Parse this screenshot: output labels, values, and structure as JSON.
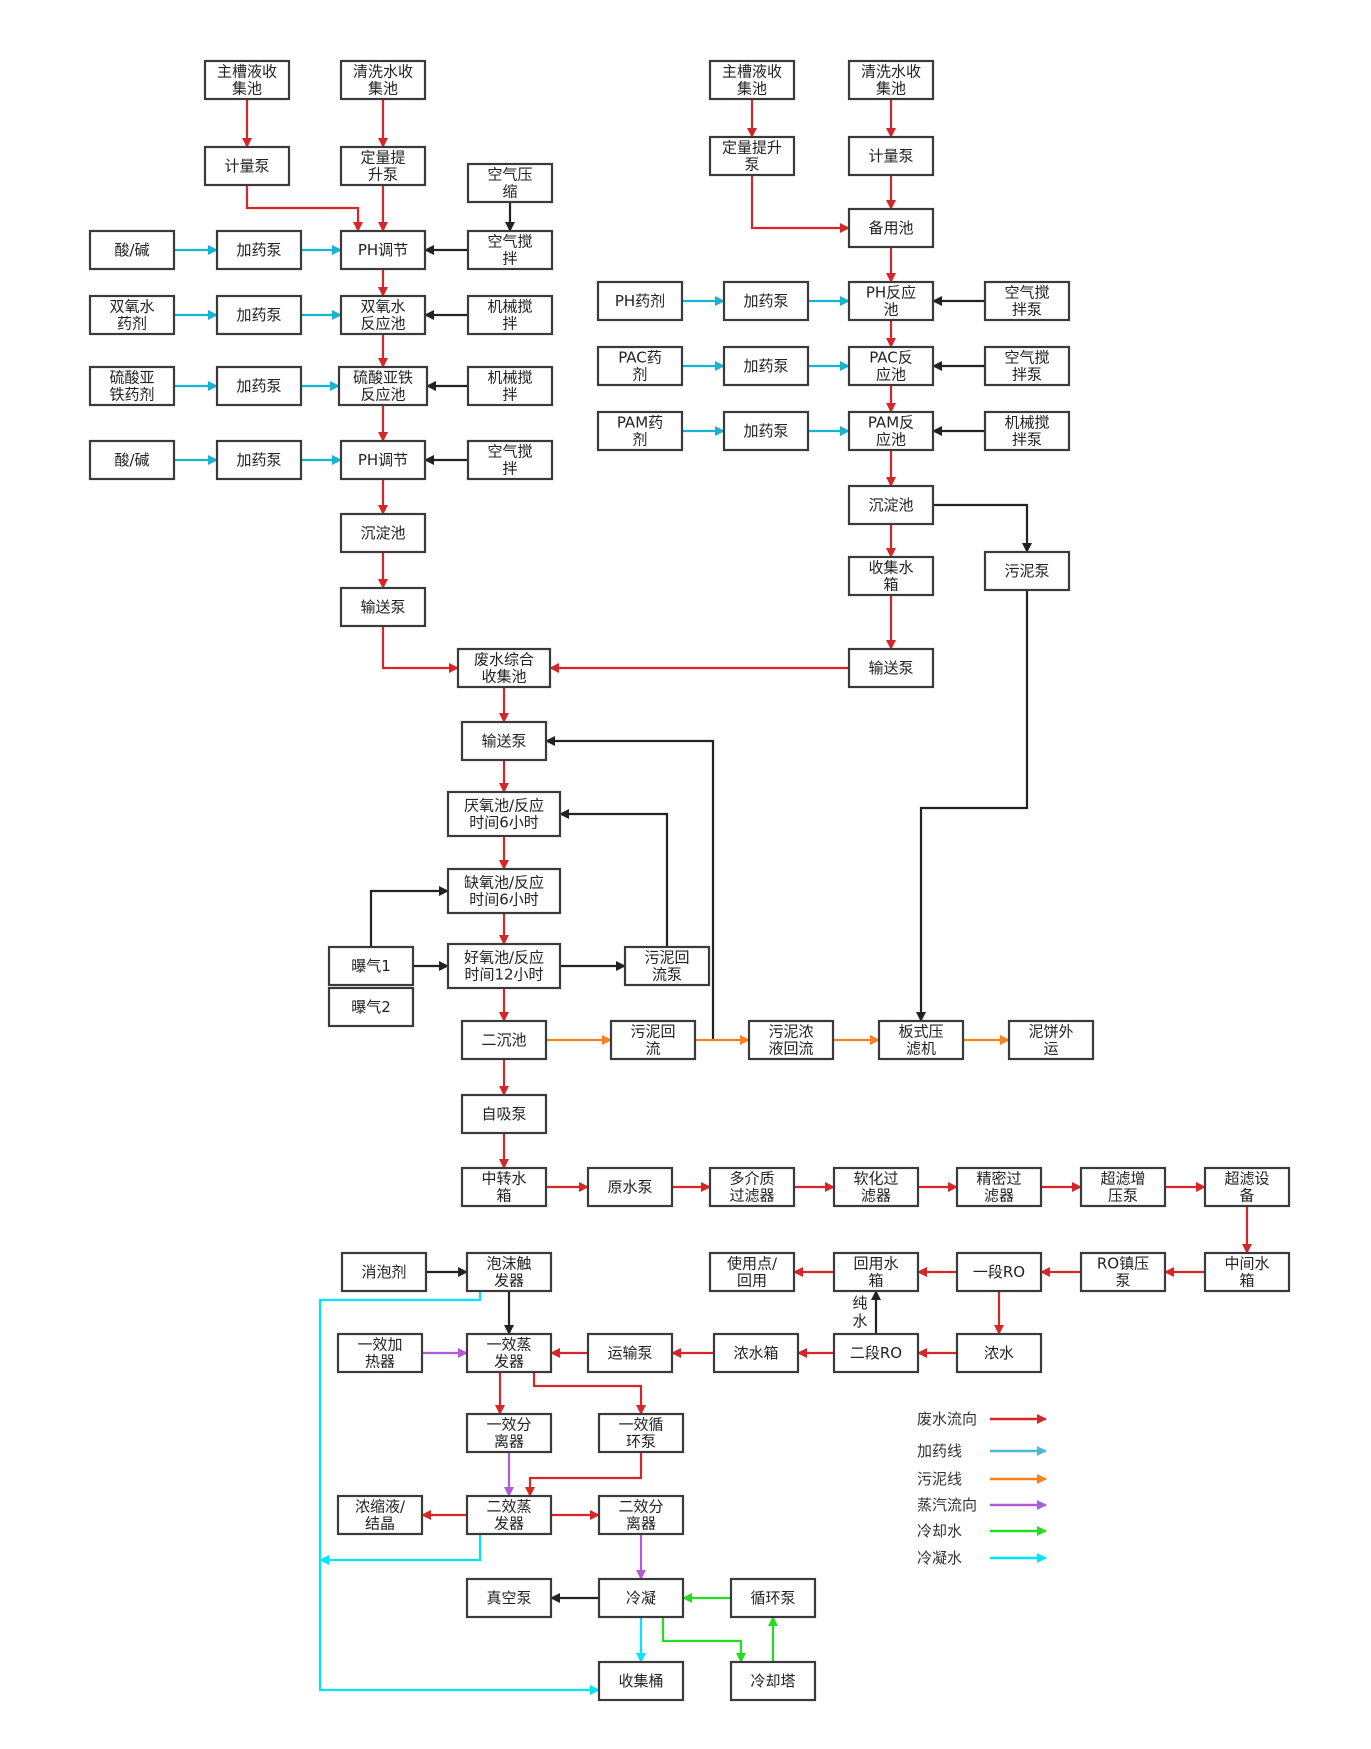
{
  "colors": {
    "wastewater": "#d62728",
    "dosing": "#17b3d0",
    "sludge": "#f5821f",
    "steam": "#b05bd9",
    "cooling": "#22dd22",
    "condensate": "#00e5ff",
    "black": "#222222"
  },
  "nodes": {
    "L_main": {
      "text": "主槽液收\n集池"
    },
    "L_clean": {
      "text": "清洗水收\n集池"
    },
    "L_meter": {
      "text": "计量泵"
    },
    "L_lift": {
      "text": "定量提\n升泵"
    },
    "L_aircomp": {
      "text": "空气压\n缩"
    },
    "L_acid1": {
      "text": "酸/碱"
    },
    "L_dp1": {
      "text": "加药泵"
    },
    "L_ph1": {
      "text": "PH调节"
    },
    "L_airmix1": {
      "text": "空气搅\n拌"
    },
    "L_h2o2": {
      "text": "双氧水\n药剂"
    },
    "L_dp2": {
      "text": "加药泵"
    },
    "L_h2o2r": {
      "text": "双氧水\n反应池"
    },
    "L_mech1": {
      "text": "机械搅\n拌"
    },
    "L_fe": {
      "text": "硫酸亚\n铁药剂"
    },
    "L_dp3": {
      "text": "加药泵"
    },
    "L_fer": {
      "text": "硫酸亚铁\n反应池"
    },
    "L_mech2": {
      "text": "机械搅\n拌"
    },
    "L_acid2": {
      "text": "酸/碱"
    },
    "L_dp4": {
      "text": "加药泵"
    },
    "L_ph2": {
      "text": "PH调节"
    },
    "L_airmix2": {
      "text": "空气搅\n拌"
    },
    "L_sed": {
      "text": "沉淀池"
    },
    "L_pump": {
      "text": "输送泵"
    },
    "R_main": {
      "text": "主槽液收\n集池"
    },
    "R_clean": {
      "text": "清洗水收\n集池"
    },
    "R_lift": {
      "text": "定量提升\n泵"
    },
    "R_meter": {
      "text": "计量泵"
    },
    "R_spare": {
      "text": "备用池"
    },
    "R_phagent": {
      "text": "PH药剂"
    },
    "R_dp1": {
      "text": "加药泵"
    },
    "R_phr": {
      "text": "PH反应\n池"
    },
    "R_airmix1": {
      "text": "空气搅\n拌泵"
    },
    "R_pacagent": {
      "text": "PAC药\n剂"
    },
    "R_dp2": {
      "text": "加药泵"
    },
    "R_pacr": {
      "text": "PAC反\n应池"
    },
    "R_airmix2": {
      "text": "空气搅\n拌泵"
    },
    "R_pamagent": {
      "text": "PAM药\n剂"
    },
    "R_dp3": {
      "text": "加药泵"
    },
    "R_pamr": {
      "text": "PAM反\n应池"
    },
    "R_mech": {
      "text": "机械搅\n拌泵"
    },
    "R_sed": {
      "text": "沉淀池"
    },
    "R_collect": {
      "text": "收集水\n箱"
    },
    "R_pump": {
      "text": "输送泵"
    },
    "R_sludgepump": {
      "text": "污泥泵"
    },
    "M_combo": {
      "text": "废水综合\n收集池"
    },
    "M_pump": {
      "text": "输送泵"
    },
    "M_anaer": {
      "text": "厌氧池/反应\n时间6小时"
    },
    "M_anox": {
      "text": "缺氧池/反应\n时间6小时"
    },
    "M_aer": {
      "text": "好氧池/反应\n时间12小时"
    },
    "M_aer1": {
      "text": "曝气1"
    },
    "M_aer2": {
      "text": "曝气2"
    },
    "M_sludgeret": {
      "text": "污泥回\n流泵"
    },
    "M_sec": {
      "text": "二沉池"
    },
    "M_sr": {
      "text": "污泥回\n流"
    },
    "M_thick": {
      "text": "污泥浓\n液回流"
    },
    "M_press": {
      "text": "板式压\n滤机"
    },
    "M_cake": {
      "text": "泥饼外\n运"
    },
    "M_selfpump": {
      "text": "自吸泵"
    },
    "T_tank": {
      "text": "中转水\n箱"
    },
    "T_raw": {
      "text": "原水泵"
    },
    "T_multi": {
      "text": "多介质\n过滤器"
    },
    "T_soft": {
      "text": "软化过\n滤器"
    },
    "T_fine": {
      "text": "精密过\n滤器"
    },
    "T_uf": {
      "text": "超滤增\n压泵"
    },
    "T_ufdev": {
      "text": "超滤设\n备"
    },
    "T_mid": {
      "text": "中间水\n箱"
    },
    "T_ropump": {
      "text": "RO镇压\n泵"
    },
    "T_ro1": {
      "text": "一段RO"
    },
    "T_reuse": {
      "text": "回用水\n箱"
    },
    "T_use": {
      "text": "使用点/\n回用"
    },
    "T_conc": {
      "text": "浓水"
    },
    "T_ro2": {
      "text": "二段RO"
    },
    "T_conctank": {
      "text": "浓水箱"
    },
    "T_transpump": {
      "text": "运输泵"
    },
    "E_defoam": {
      "text": "消泡剂"
    },
    "E_foam": {
      "text": "泡沫触\n发器"
    },
    "E_heater": {
      "text": "一效加\n热器"
    },
    "E_evap1": {
      "text": "一效蒸\n发器"
    },
    "E_sep1": {
      "text": "一效分\n离器"
    },
    "E_circ1": {
      "text": "一效循\n环泵"
    },
    "E_conc": {
      "text": "浓缩液/\n结晶"
    },
    "E_evap2": {
      "text": "二效蒸\n发器"
    },
    "E_sep2": {
      "text": "二效分\n离器"
    },
    "E_vac": {
      "text": "真空泵"
    },
    "E_cond": {
      "text": "冷凝"
    },
    "E_circpump": {
      "text": "循环泵"
    },
    "E_bucket": {
      "text": "收集桶"
    },
    "E_tower": {
      "text": "冷却塔"
    }
  },
  "labels": {
    "pure_water": "纯\n水"
  },
  "legend": [
    {
      "label": "废水流向",
      "color": "#d62728"
    },
    {
      "label": "加药线",
      "color": "#4fb8d4"
    },
    {
      "label": "污泥线",
      "color": "#f5821f"
    },
    {
      "label": "蒸汽流向",
      "color": "#b05bd9"
    },
    {
      "label": "冷却水",
      "color": "#22dd22"
    },
    {
      "label": "冷凝水",
      "color": "#00e5ff"
    }
  ]
}
